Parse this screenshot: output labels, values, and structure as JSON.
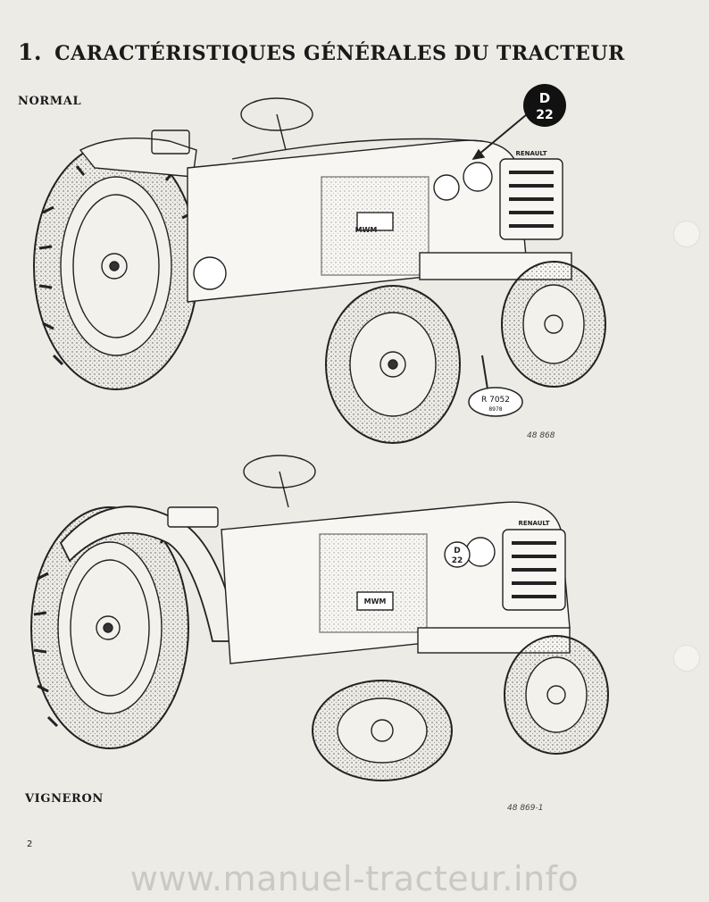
{
  "header": {
    "section_number": "1.",
    "title": "CARACTÉRISTIQUES GÉNÉRALES DU TRACTEUR"
  },
  "figures": [
    {
      "label": "NORMAL",
      "reference": "48 868",
      "callouts": {
        "model_badge_top": "D",
        "model_badge_bottom": "22",
        "plate_main": "R 7052",
        "plate_sub": "8978"
      },
      "side_badge": "MWM",
      "grille_brand": "RENAULT"
    },
    {
      "label": "VIGNERON",
      "reference": "48 869-1",
      "side_badge": "MWM",
      "grille_brand": "RENAULT",
      "model_badge_top": "D",
      "model_badge_bottom": "22"
    }
  ],
  "footer": {
    "page_number": "2",
    "watermark": "www.manuel-tracteur.info"
  }
}
